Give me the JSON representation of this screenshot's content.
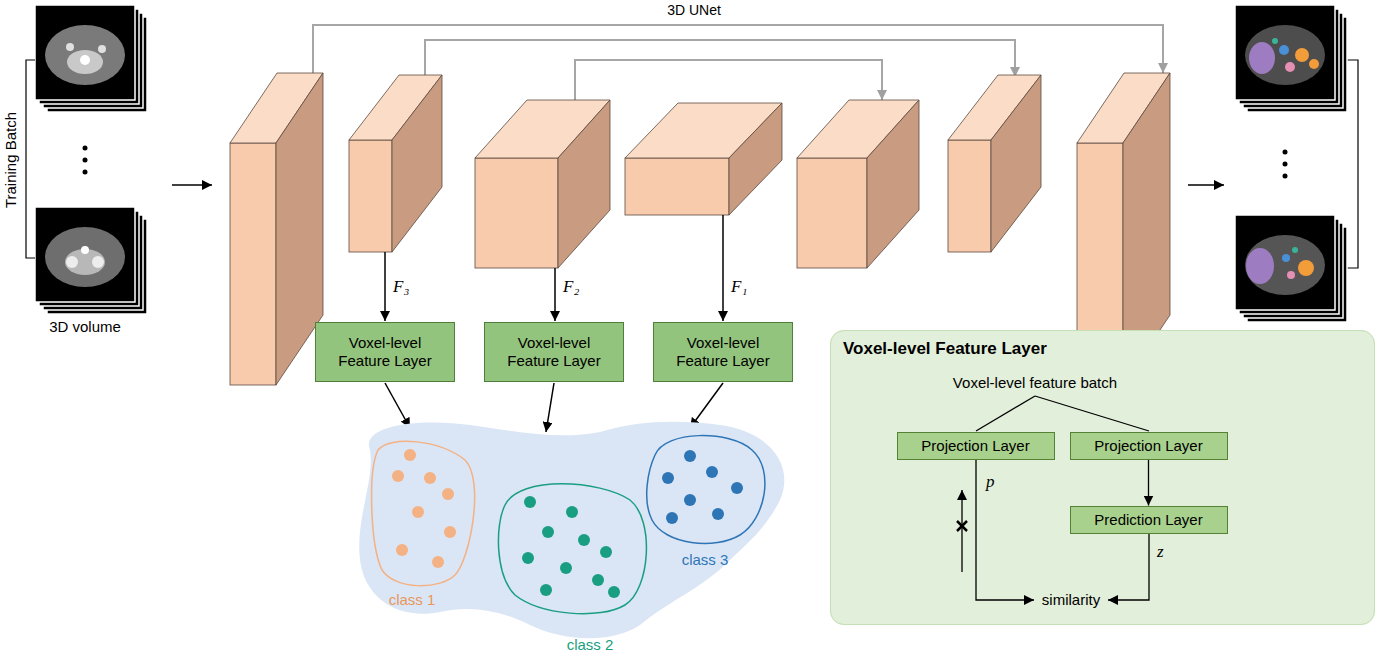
{
  "diagram": {
    "title": "3D UNet",
    "nodes": [
      {
        "text": [
          "Voxel-level Feature Layer"
        ]
      },
      {
        "text": [
          "Voxel-level Feature Layer"
        ]
      },
      {
        "text": [
          "Voxel-level Feature Layer"
        ]
      },
      {
        "text": [
          "Voxel-level Feature Layer"
        ]
      },
      {
        "text": [
          "Projection Layer"
        ],
        "in": 3
      },
      {
        "text": [
          "Projection Layer"
        ],
        "in": 3
      },
      {
        "text": [
          "Prediction Layer"
        ],
        "in": 3
      }
    ],
    "edges": [
      {
        "from": 5,
        "to": 6,
        "arrow": "to"
      }
    ],
    "labels": [
      "Training Batch",
      "3D volume",
      "F₃",
      "F₂",
      "F₁",
      "class 1",
      "class 2",
      "class 3",
      "Voxel-level feature batch",
      "p",
      "z",
      "similarity"
    ]
  }
}
